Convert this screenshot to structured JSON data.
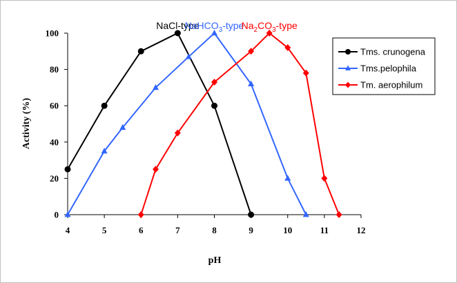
{
  "chart_data": {
    "type": "line",
    "xlabel": "pH",
    "ylabel": "Activity (%)",
    "xlim": [
      4,
      12
    ],
    "ylim": [
      0,
      100
    ],
    "xticks": [
      "4",
      "5",
      "6",
      "7",
      "8",
      "9",
      "10",
      "11",
      "12"
    ],
    "yticks": [
      "0",
      "20",
      "40",
      "60",
      "80",
      "100"
    ],
    "grid": false,
    "legend_position": "top-right",
    "series": [
      {
        "name": "Tms. crunogena",
        "color": "#000000",
        "marker": "circle",
        "x": [
          4,
          5,
          6,
          7,
          8,
          9
        ],
        "y": [
          25,
          60,
          90,
          100,
          60,
          0
        ]
      },
      {
        "name": "Tms.pelophila",
        "color": "#3366ff",
        "marker": "triangle",
        "x": [
          4,
          5,
          5.5,
          6.4,
          7.3,
          8,
          9,
          10,
          10.5
        ],
        "y": [
          0,
          35,
          48,
          70,
          87,
          100,
          72,
          20,
          0
        ]
      },
      {
        "name": "Tm. aerophilum",
        "color": "#ff0000",
        "marker": "diamond",
        "x": [
          6,
          6.4,
          7,
          8,
          9,
          9.5,
          10,
          10.5,
          11,
          11.4
        ],
        "y": [
          0,
          25,
          45,
          73,
          90,
          100,
          92,
          78,
          20,
          0
        ]
      }
    ],
    "annotations": [
      {
        "base": "NaCl-type",
        "sub": "",
        "rest": "",
        "color": "#000000",
        "x": 7
      },
      {
        "base": "NaHCO",
        "sub": "3",
        "rest": "-type",
        "color": "#3366ff",
        "x": 8
      },
      {
        "base": "Na",
        "sub": "2",
        "rest": "CO",
        "sub2": "3",
        "rest2": "-type",
        "color": "#ff0000",
        "x": 9.5
      }
    ]
  }
}
